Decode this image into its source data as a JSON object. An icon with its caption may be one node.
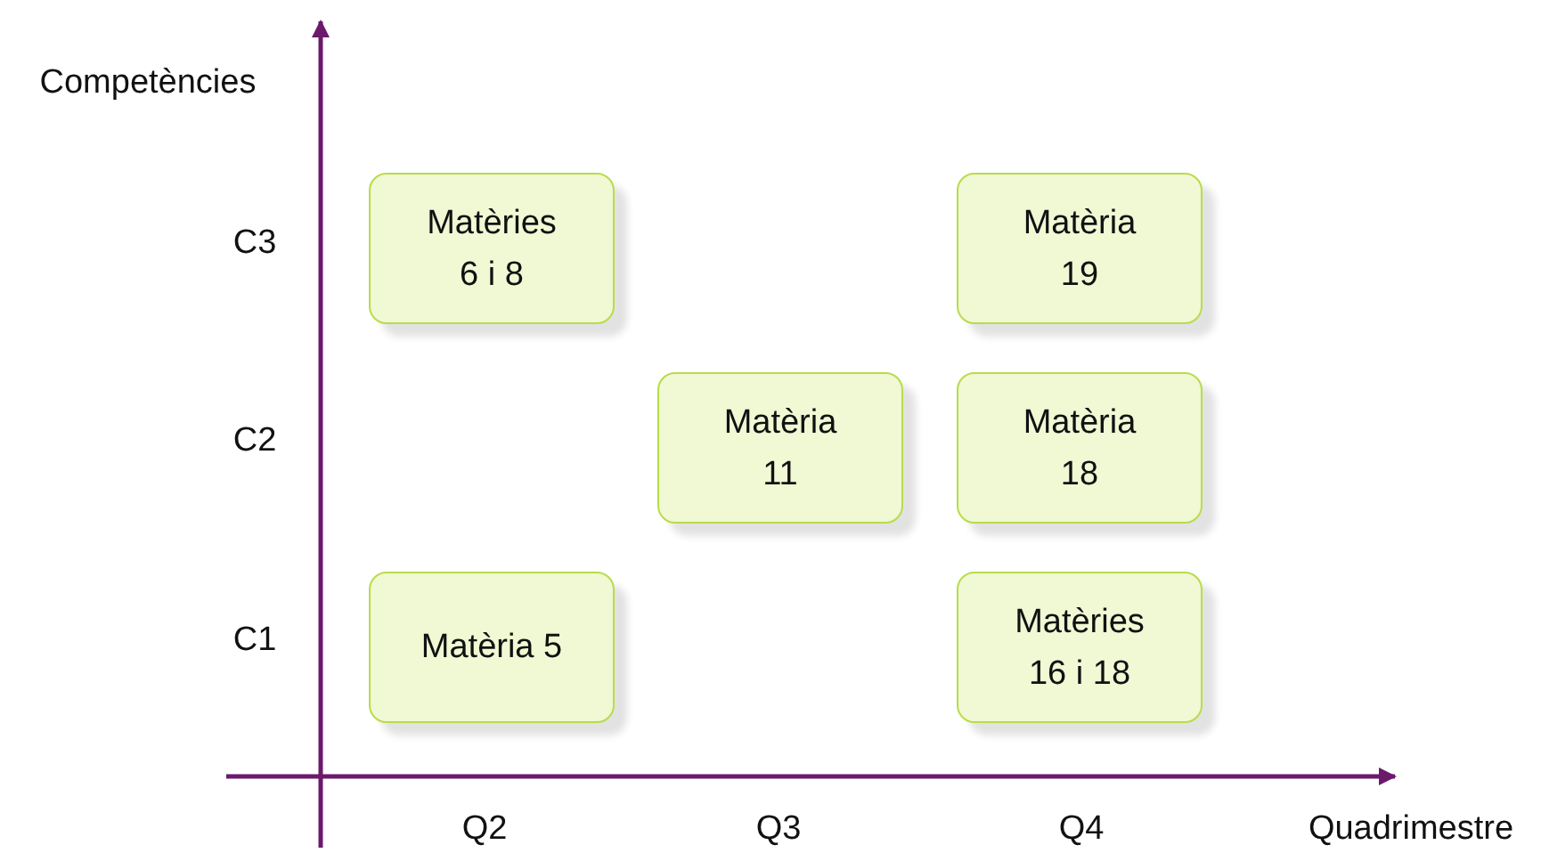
{
  "diagram": {
    "nodes": [
      {
        "text": [
          "Matèries 6 i 8"
        ]
      },
      {
        "text": [
          "Matèria 19"
        ]
      },
      {
        "text": [
          "Matèria 11"
        ]
      },
      {
        "text": [
          "Matèria 18"
        ]
      },
      {
        "text": [
          "Matèria 5"
        ]
      },
      {
        "text": [
          "Matèries 16 i 18"
        ]
      }
    ],
    "edges": [],
    "labels": [
      "Competències",
      "C3",
      "C2",
      "C1",
      "Q2",
      "Q3",
      "Q4",
      "Quadrimestre"
    ]
  }
}
